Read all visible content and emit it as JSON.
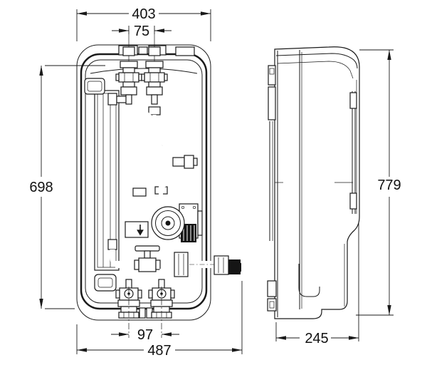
{
  "drawing": {
    "type": "technical-dimension-drawing",
    "views": [
      {
        "id": "front",
        "label": "front view with internal pipework"
      },
      {
        "id": "side",
        "label": "side profile view"
      }
    ],
    "dimensions": {
      "front_width": "403",
      "top_ports_spacing": "75",
      "front_height": "698",
      "bottom_ports_spacing": "97",
      "front_overall_width": "487",
      "side_height": "779",
      "side_depth": "245"
    },
    "colors": {
      "line": "#1a1a1a",
      "fill": "#ffffff",
      "dark_fill": "#151515"
    }
  }
}
